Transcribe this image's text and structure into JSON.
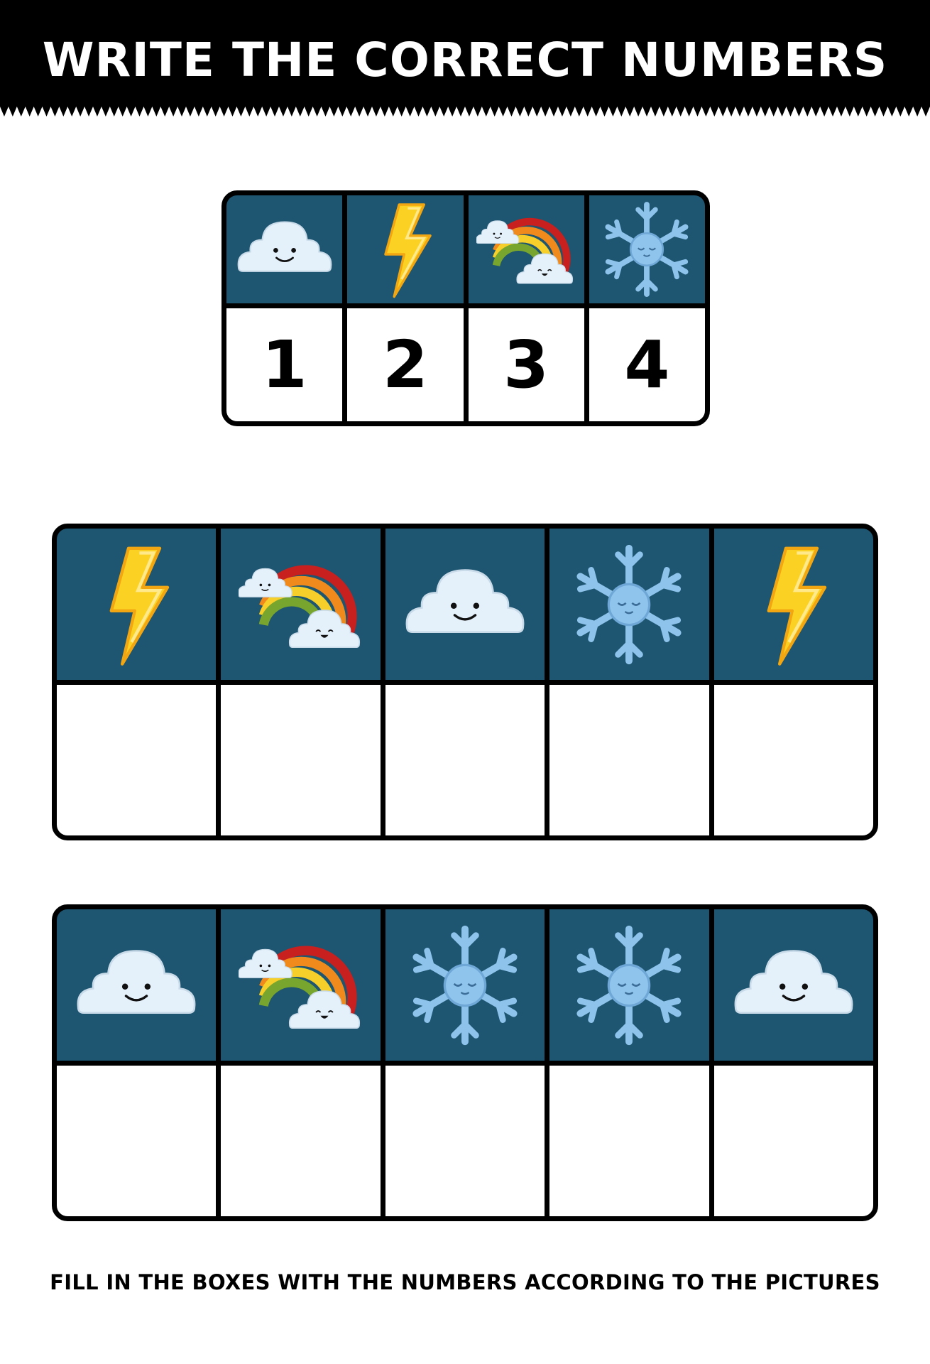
{
  "header": {
    "title": "WRITE THE CORRECT NUMBERS",
    "background": "#000000"
  },
  "key": [
    {
      "picture": "cloud-icon",
      "number": "1"
    },
    {
      "picture": "lightning-icon",
      "number": "2"
    },
    {
      "picture": "rainbow-icon",
      "number": "3"
    },
    {
      "picture": "snowflake-icon",
      "number": "4"
    }
  ],
  "rows": [
    {
      "pictures": [
        "lightning-icon",
        "rainbow-icon",
        "cloud-icon",
        "snowflake-icon",
        "lightning-icon"
      ]
    },
    {
      "pictures": [
        "cloud-icon",
        "rainbow-icon",
        "snowflake-icon",
        "snowflake-icon",
        "cloud-icon"
      ]
    }
  ],
  "instruction": "FILL IN THE BOXES WITH THE NUMBERS ACCORDING TO THE PICTURES",
  "colors": {
    "tile_background": "#1e5570",
    "cloud": "#e4f1fb",
    "lightning": "#fbd224",
    "snowflake": "#8ec4ec",
    "rainbow_red": "#c8201e",
    "rainbow_orange": "#f08a1c",
    "rainbow_yellow": "#f6cf2a",
    "rainbow_green": "#78a52e"
  }
}
